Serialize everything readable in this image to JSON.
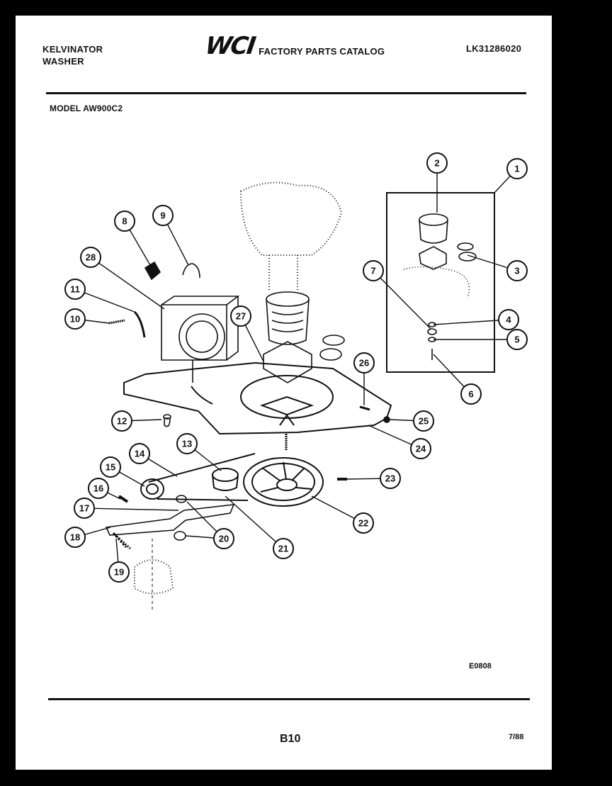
{
  "header": {
    "brand_line1": "KELVINATOR",
    "brand_line2": "WASHER",
    "logo": "WCI",
    "catalog_title": "FACTORY PARTS CATALOG",
    "catalog_number": "LK31286020"
  },
  "model": "MODEL AW900C2",
  "callouts": [
    "1",
    "2",
    "3",
    "4",
    "5",
    "6",
    "7",
    "8",
    "9",
    "10",
    "11",
    "12",
    "13",
    "14",
    "15",
    "16",
    "17",
    "18",
    "19",
    "20",
    "21",
    "22",
    "23",
    "24",
    "25",
    "26",
    "27",
    "28"
  ],
  "footer": {
    "drawing_ref": "E0808",
    "page": "B10",
    "date": "7/88"
  },
  "colors": {
    "ink": "#111111",
    "paper": "#ffffff",
    "background": "#000000"
  }
}
